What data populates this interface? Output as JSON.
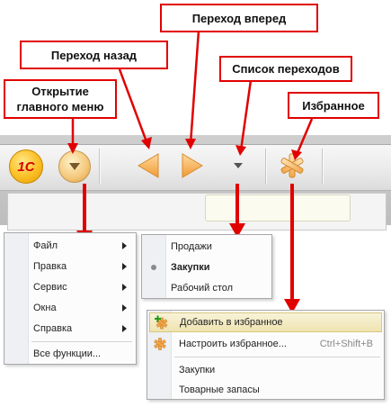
{
  "callouts": {
    "forward": "Переход вперед",
    "back": "Переход назад",
    "history": "Список переходов",
    "main_menu": "Открытие главного меню",
    "favorites": "Избранное"
  },
  "toolbar": {
    "logo": "1С"
  },
  "main_menu": {
    "items": [
      {
        "label": "Файл",
        "submenu": true
      },
      {
        "label": "Правка",
        "submenu": true
      },
      {
        "label": "Сервис",
        "submenu": true
      },
      {
        "label": "Окна",
        "submenu": true
      },
      {
        "label": "Справка",
        "submenu": true
      },
      {
        "label": "Все функции...",
        "submenu": false
      }
    ]
  },
  "history_menu": {
    "items": [
      {
        "label": "Продажи",
        "current": false
      },
      {
        "label": "Закупки",
        "current": true
      },
      {
        "label": "Рабочий стол",
        "current": false
      }
    ]
  },
  "favorites_menu": {
    "add": "Добавить в избранное",
    "configure": "Настроить избранное...",
    "configure_shortcut": "Ctrl+Shift+B",
    "items": [
      "Закупки",
      "Товарные запасы"
    ]
  },
  "colors": {
    "callout_border": "#e10000",
    "arrow": "#e10000",
    "toolbar_icon": "#f4a742"
  }
}
